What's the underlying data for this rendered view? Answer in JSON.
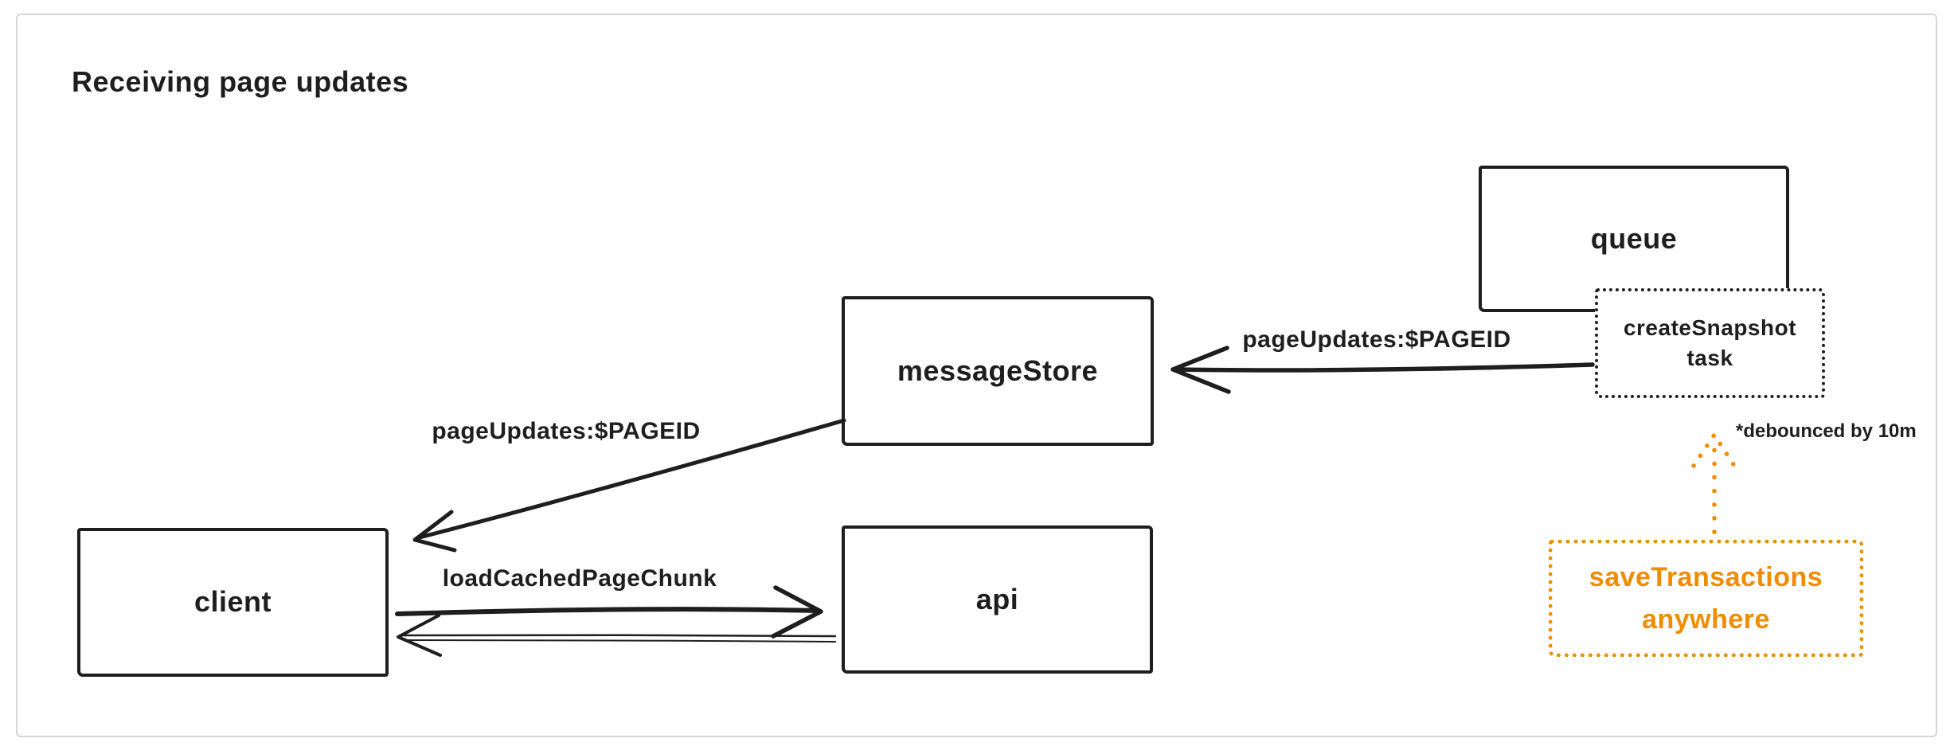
{
  "title": "Receiving page updates",
  "colors": {
    "ink": "#1e1e1e",
    "accent": "#f08c00",
    "frame_border": "#d6d6d9",
    "background": "#ffffff"
  },
  "nodes": {
    "queue": {
      "label": "queue",
      "style": "solid"
    },
    "create_snapshot_task": {
      "label": "createSnapshot\ntask",
      "style": "dotted"
    },
    "message_store": {
      "label": "messageStore",
      "style": "solid"
    },
    "client": {
      "label": "client",
      "style": "solid"
    },
    "api": {
      "label": "api",
      "style": "solid"
    },
    "save_transactions": {
      "label": "saveTransactions\nanywhere",
      "style": "dotted-accent"
    }
  },
  "edges": {
    "queue_task_to_message_store": {
      "label": "pageUpdates:$PAGEID",
      "direction": "left"
    },
    "message_store_to_client": {
      "label": "pageUpdates:$PAGEID",
      "direction": "down-left"
    },
    "client_to_api": {
      "label": "loadCachedPageChunk",
      "direction": "right"
    },
    "api_to_client": {
      "direction": "left"
    },
    "save_transactions_to_task": {
      "note": "*debounced by 10m",
      "direction": "up",
      "style": "dotted-accent"
    }
  }
}
